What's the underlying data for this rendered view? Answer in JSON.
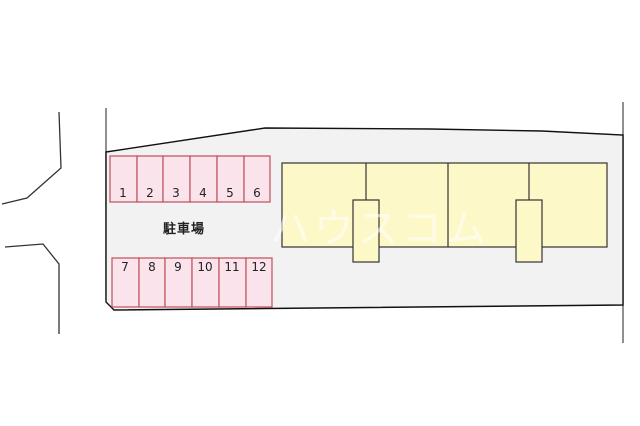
{
  "diagram": {
    "type": "site-plan",
    "parking_label": "駐車場",
    "watermark": "ハウスコム",
    "colors": {
      "background": "#ffffff",
      "site_fill": "#f2f2f2",
      "site_outline": "#111111",
      "parking_fill": "#fbe3ec",
      "parking_outline": "#c0505a",
      "building_fill": "#fdf8c8",
      "building_outline": "#333333",
      "road_line": "#333333"
    },
    "parking_top_row": [
      {
        "number": "1"
      },
      {
        "number": "2"
      },
      {
        "number": "3"
      },
      {
        "number": "4"
      },
      {
        "number": "5"
      },
      {
        "number": "6"
      }
    ],
    "parking_bottom_row": [
      {
        "number": "7"
      },
      {
        "number": "8"
      },
      {
        "number": "9"
      },
      {
        "number": "10"
      },
      {
        "number": "11"
      },
      {
        "number": "12"
      }
    ],
    "building": {
      "units": 4,
      "stairwells": 2
    }
  }
}
